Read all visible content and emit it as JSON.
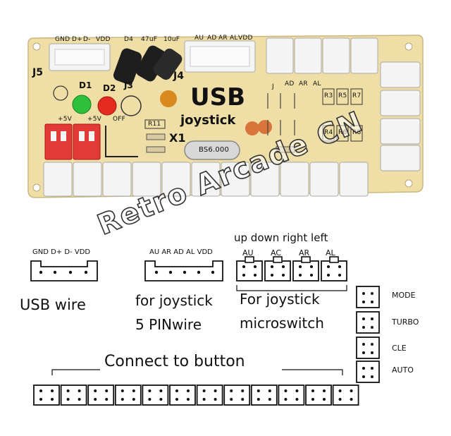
{
  "board": {
    "pin_header_left": [
      "GND",
      "D+",
      "D-",
      "VDD"
    ],
    "cap_labels": [
      "D4",
      "47uF",
      "10uF"
    ],
    "pin_header_mid": [
      "AU",
      "AD",
      "AR",
      "AL",
      "VDD"
    ],
    "connector_j5": "J5",
    "connector_j4": "J4",
    "connector_j3": "J3",
    "led_d1": "D1",
    "led_d2": "D2",
    "plus5v_left": "+5V",
    "plus5v_mid": "+5V",
    "off_label": "OFF",
    "resistor_r11": "R11",
    "crystal_x1": "X1",
    "crystal_value": "BS6.000",
    "title_usb": "USB",
    "title_joystick": "joystick",
    "resistors": [
      "R3",
      "R5",
      "R7",
      "R4",
      "R6",
      "R8"
    ],
    "small_marks": [
      "J",
      "AD",
      "AR",
      "AL"
    ],
    "colors": {
      "pcb": "#efdfa6",
      "connector": "#f2f2f2",
      "red_connector": "#e23a36",
      "cap_black": "#1e1e1e",
      "led_green": "#2fbf3a",
      "led_red": "#e52b20",
      "cap_orange": "#d98a1e"
    }
  },
  "diagram": {
    "usb_pins": "GND D+ D- VDD",
    "joystick_pins": "AU AR AD AL VDD",
    "direction_heading": "up down right left",
    "direction_labels": [
      "AU",
      "AC",
      "AR",
      "AL"
    ],
    "usb_wire": "USB wire",
    "for_joystick_1": "for joystick",
    "pin_wire": "5 PINwire",
    "for_joystick_2": "For joystick",
    "microswitch": "microswitch",
    "connect_to_button": "Connect to button",
    "side_labels": [
      "MODE",
      "TURBO",
      "CLE",
      "AUTO"
    ],
    "watermark": "Retro Arcade CN"
  }
}
